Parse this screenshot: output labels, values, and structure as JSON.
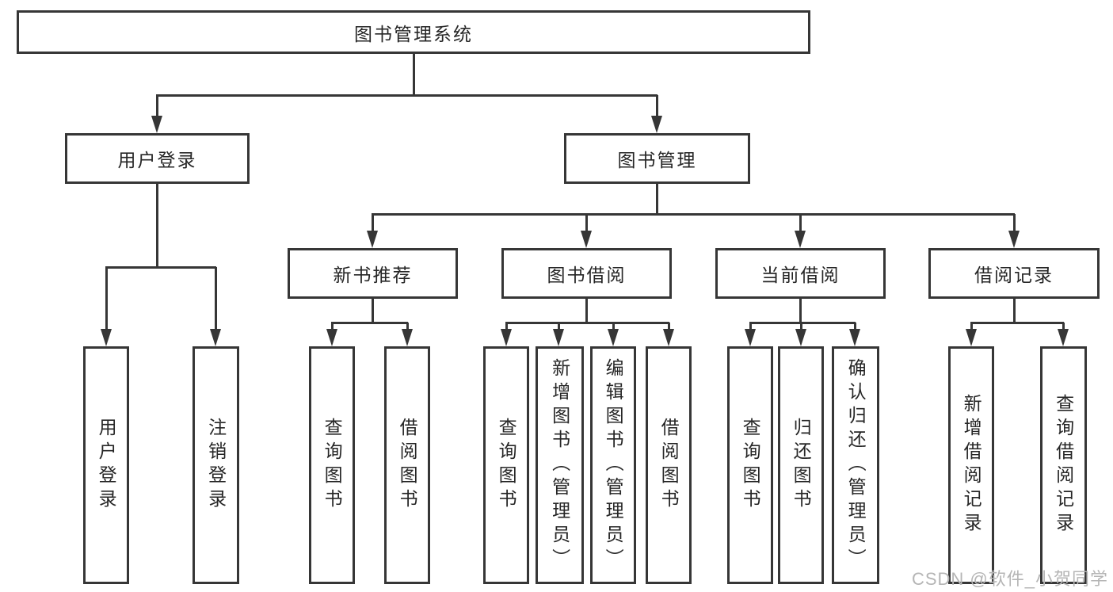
{
  "diagram": {
    "root": "图书管理系统",
    "user_login": {
      "label": "用户登录",
      "children": {
        "login": "用户登录",
        "logout": "注销登录"
      }
    },
    "book_mgmt": {
      "label": "图书管理"
    },
    "new_book": {
      "label": "新书推荐",
      "children": {
        "query": "查询图书",
        "borrow": "借阅图书"
      }
    },
    "book_borrow": {
      "label": "图书借阅",
      "children": {
        "query": "查询图书",
        "add": "新增图书（管理员）",
        "edit": "编辑图书（管理员）",
        "borrow": "借阅图书"
      }
    },
    "current_borrow": {
      "label": "当前借阅",
      "children": {
        "query": "查询图书",
        "return": "归还图书",
        "confirm": "确认归还（管理员）"
      }
    },
    "borrow_records": {
      "label": "借阅记录",
      "children": {
        "add": "新增借阅记录",
        "query": "查询借阅记录"
      }
    }
  },
  "watermark": "CSDN @软件_小贺同学"
}
